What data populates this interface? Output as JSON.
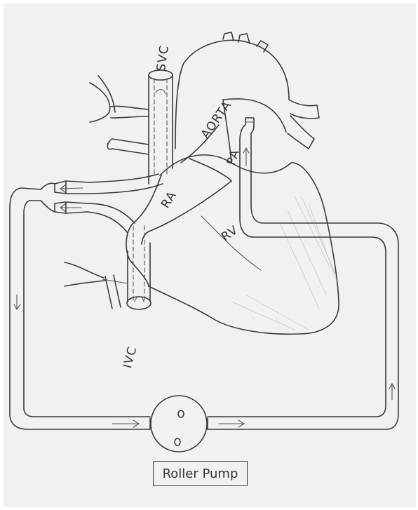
{
  "labels": {
    "svc": "SVC",
    "aorta": "AORTA",
    "pa": "PA",
    "ra": "RA",
    "rv": "RV",
    "ivc": "IVC",
    "pump": "Roller Pump"
  },
  "colors": {
    "paper": "#f1f1ef",
    "ink": "#3a3a3a"
  }
}
